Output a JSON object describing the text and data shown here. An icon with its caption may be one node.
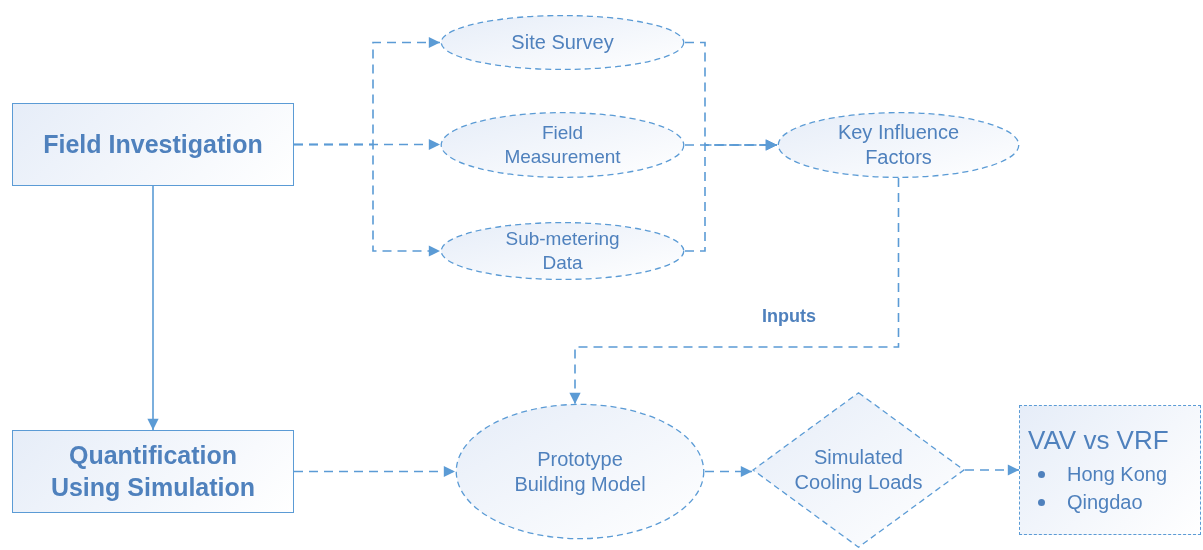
{
  "diagram": {
    "nodes": [
      {
        "text": [
          "Field Investigation"
        ]
      },
      {
        "text": [
          "Site Survey"
        ]
      },
      {
        "text": [
          "Field Measurement"
        ]
      },
      {
        "text": [
          "Sub-metering Data"
        ]
      },
      {
        "text": [
          "Key Influence Factors"
        ]
      },
      {
        "text": [
          "Quantification Using Simulation"
        ]
      },
      {
        "text": [
          "Prototype Building Model"
        ]
      },
      {
        "text": [
          "Simulated Cooling Loads"
        ]
      },
      {
        "text": [
          "VAV vs VRF",
          "Hong Kong",
          "Qingdao"
        ]
      }
    ],
    "edges": [
      {
        "from": 0,
        "to": 1,
        "arrow": "to",
        "style": "dashed"
      },
      {
        "from": 0,
        "to": 2,
        "arrow": "to",
        "style": "dashed"
      },
      {
        "from": 0,
        "to": 3,
        "arrow": "to",
        "style": "dashed"
      },
      {
        "from": 1,
        "to": 4,
        "arrow": "to",
        "style": "dashed"
      },
      {
        "from": 2,
        "to": 4,
        "arrow": "to",
        "style": "dashed"
      },
      {
        "from": 3,
        "to": 4,
        "arrow": "to",
        "style": "dashed"
      },
      {
        "from": 4,
        "to": 6,
        "arrow": "to",
        "style": "dashed",
        "label": "Inputs"
      },
      {
        "from": 0,
        "to": 5,
        "arrow": "to"
      },
      {
        "from": 5,
        "to": 6,
        "arrow": "to",
        "style": "dashed"
      },
      {
        "from": 6,
        "to": 7,
        "arrow": "to",
        "style": "dashed"
      },
      {
        "from": 7,
        "to": 8,
        "arrow": "to",
        "style": "dashed"
      }
    ]
  }
}
